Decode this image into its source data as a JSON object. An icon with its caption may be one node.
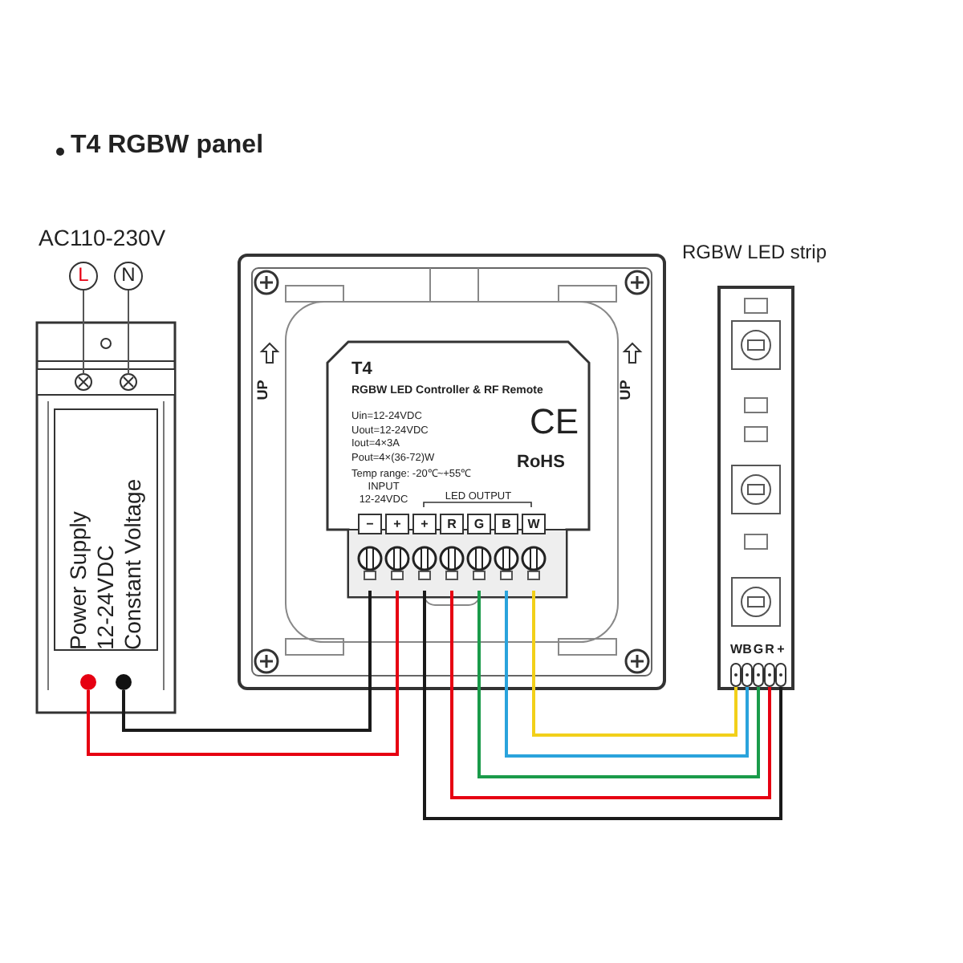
{
  "diagram": {
    "title": "T4 RGBW panel",
    "nodes": [
      {
        "text": [
          "Power Supply",
          "12-24VDC",
          "Constant Voltage"
        ]
      },
      {
        "text": [
          "L"
        ]
      },
      {
        "text": [
          "N"
        ]
      },
      {
        "text": [],
        "shape": "circle",
        "in": 0
      },
      {
        "text": [],
        "shape": "circle",
        "in": 0
      },
      {
        "text": [],
        "shape": "box"
      },
      {
        "text": [
          "T4",
          "RGBW LED Controller & RF Remote",
          "Uin=12-24VDC",
          "Uout=12-24VDC",
          "Iout=4×3A",
          "Pout=4×(36-72)W",
          "Temp range: -20℃~+55℃"
        ],
        "in": 5
      },
      {
        "text": [
          "−"
        ],
        "in": 6
      },
      {
        "text": [
          "+"
        ],
        "in": 6
      },
      {
        "text": [
          "+"
        ],
        "in": 6
      },
      {
        "text": [
          "R"
        ],
        "in": 6
      },
      {
        "text": [
          "G"
        ],
        "in": 6
      },
      {
        "text": [
          "B"
        ],
        "in": 6
      },
      {
        "text": [
          "W"
        ],
        "in": 6
      },
      {
        "text": [
          "RGBW LED strip"
        ]
      },
      {
        "text": [
          "W"
        ],
        "in": 14
      },
      {
        "text": [
          "B"
        ],
        "in": 14
      },
      {
        "text": [
          "G"
        ],
        "in": 14
      },
      {
        "text": [
          "R"
        ],
        "in": 14
      },
      {
        "text": [
          "+"
        ],
        "in": 14
      }
    ],
    "edges": [
      {
        "from": 1,
        "to": 0,
        "arrow": "none"
      },
      {
        "from": 2,
        "to": 0,
        "arrow": "none"
      },
      {
        "from": 3,
        "to": 8,
        "arrow": "none",
        "color": "#e60012"
      },
      {
        "from": 4,
        "to": 7,
        "arrow": "none",
        "color": "#1a1a1a"
      },
      {
        "from": 13,
        "to": 15,
        "arrow": "none",
        "color": "#f2d01a"
      },
      {
        "from": 12,
        "to": 16,
        "arrow": "none",
        "color": "#2aa3dc"
      },
      {
        "from": 11,
        "to": 17,
        "arrow": "none",
        "color": "#1a9b4a"
      },
      {
        "from": 10,
        "to": 18,
        "arrow": "none",
        "color": "#e60012"
      },
      {
        "from": 9,
        "to": 19,
        "arrow": "none",
        "color": "#1a1a1a"
      }
    ],
    "labels": [
      "AC110-230V",
      "UP",
      "UP",
      "CE",
      "RoHS",
      "INPUT 12-24VDC",
      "LED OUTPUT"
    ]
  }
}
